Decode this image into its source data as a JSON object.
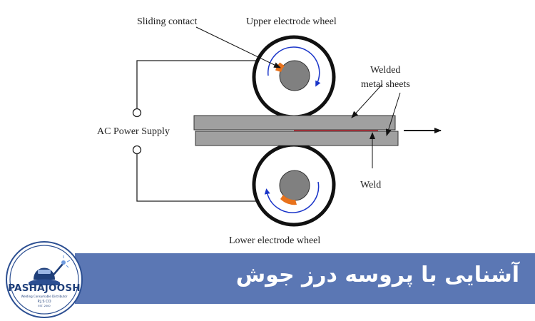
{
  "diagram": {
    "labels": {
      "sliding_contact": "Sliding contact",
      "upper_wheel": "Upper electrode wheel",
      "welded_line1": "Welded",
      "welded_line2": "metal sheets",
      "power_supply": "AC Power Supply",
      "weld": "Weld",
      "lower_wheel": "Lower electrode wheel"
    },
    "colors": {
      "sheet": "#a0a0a0",
      "hub": "#808080",
      "contact": "#e8721c",
      "rotation_arrow": "#1a35c9",
      "weld_line": "#c0303a"
    }
  },
  "banner": {
    "title": "آشنایی با پروسه درز جوش",
    "color": "#5b77b4"
  },
  "logo": {
    "brand": "PASHAJOOSH",
    "tagline": "Welding Consumable Distributor",
    "company": "P.J.S CO",
    "established": "EST. 2000"
  }
}
